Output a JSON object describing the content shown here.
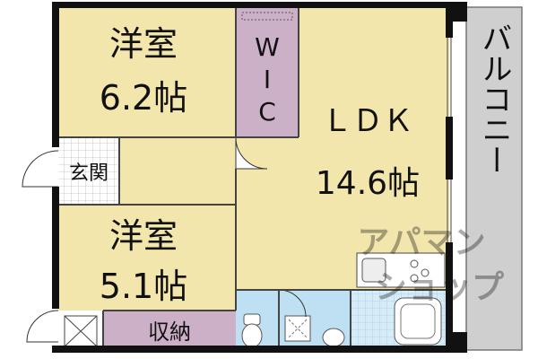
{
  "rooms": {
    "bedroom1": {
      "name": "洋室",
      "size": "6.2帖"
    },
    "bedroom2": {
      "name": "洋室",
      "size": "5.1帖"
    },
    "wic": {
      "line1": "W",
      "line2": "I",
      "line3": "C"
    },
    "ldk": {
      "name": "ＬＤＫ",
      "size": "14.6帖"
    },
    "entrance": {
      "name": "玄関"
    },
    "storage": {
      "name": "収納"
    },
    "balcony": {
      "name": "バルコニー"
    }
  },
  "watermark": {
    "line1": "アパマン",
    "line2": "ショップ"
  },
  "colors": {
    "floor": "#f3e6ac",
    "closet": "#ccb0c8",
    "wet_area": "#bfe0f2",
    "balcony": "#cfcfcf",
    "wall": "#111111"
  }
}
